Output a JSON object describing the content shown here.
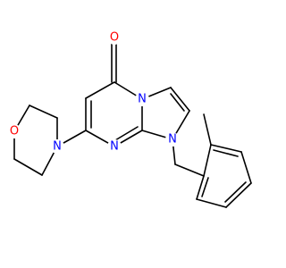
{
  "molecule": {
    "atom_labels": {
      "carbonyl_oxygen": "O",
      "bridgehead_nitrogen": "N",
      "pyrimidine_nitrogen": "N",
      "imidazole_nitrogen": "N",
      "morpholine_nitrogen": "N",
      "morpholine_oxygen": "O"
    },
    "colors": {
      "oxygen": "#ff0000",
      "nitrogen": "#0000ff",
      "bond": "#000000"
    }
  }
}
